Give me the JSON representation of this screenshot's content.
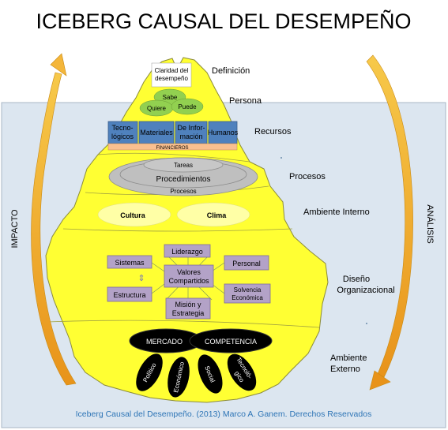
{
  "title": "ICEBERG CAUSAL DEL DESEMPEÑO",
  "footer": "Iceberg Causal del Desempeño. (2013) Marco A. Ganem. Derechos Reservados",
  "left_arrow_label": "IMPACTO",
  "right_arrow_label": "ANÁLISIS",
  "levels": {
    "definicion": "Definición",
    "persona": "Persona",
    "recursos": "Recursos",
    "procesos": "Procesos",
    "ambiente_interno": "Ambiente Interno",
    "diseno_line1": "Diseño",
    "diseno_line2": "Organizacional",
    "ambiente_externo_line1": "Ambiente",
    "ambiente_externo_line2": "Externo"
  },
  "definicion_box": {
    "line1": "Claridad del",
    "line2": "desempeño"
  },
  "persona_ovals": {
    "sabe": "Sabe",
    "quiere": "Quiere",
    "puede": "Puede"
  },
  "recursos_boxes": {
    "tecnologicos_1": "Tecno-",
    "tecnologicos_2": "lógicos",
    "materiales": "Materiales",
    "informacion_1": "De Infor-",
    "informacion_2": "mación",
    "humanos": "Humanos",
    "financieros": "FINANCIEROS"
  },
  "procesos_ellipses": {
    "tareas": "Tareas",
    "procedimientos": "Procedimientos",
    "procesos": "Procesos"
  },
  "ambiente_interno_ovals": {
    "cultura": "Cultura",
    "clima": "Clima"
  },
  "diseno_boxes": {
    "liderazgo": "Liderazgo",
    "sistemas": "Sistemas",
    "personal": "Personal",
    "valores_1": "Valores",
    "valores_2": "Compartidos",
    "estructura": "Estructura",
    "solvencia_1": "Solvencia",
    "solvencia_2": "Económica",
    "mision_1": "Misión y",
    "mision_2": "Estrategia"
  },
  "ambiente_externo_ovals": {
    "mercado": "MERCADO",
    "competencia": "COMPETENCIA",
    "politico": "Político",
    "economico": "Económico",
    "social": "Social",
    "tecnologico_1": "Tecnoló-",
    "tecnologico_2": "gico"
  },
  "colors": {
    "iceberg": "#ffff33",
    "water": "#dce6f0",
    "box_purple": "#b3a2c7",
    "box_blue": "#4f81bd",
    "oval_green": "#92d050",
    "financieros": "#fac090",
    "arrow": "#f2a31b",
    "footer": "#2e75b6"
  }
}
